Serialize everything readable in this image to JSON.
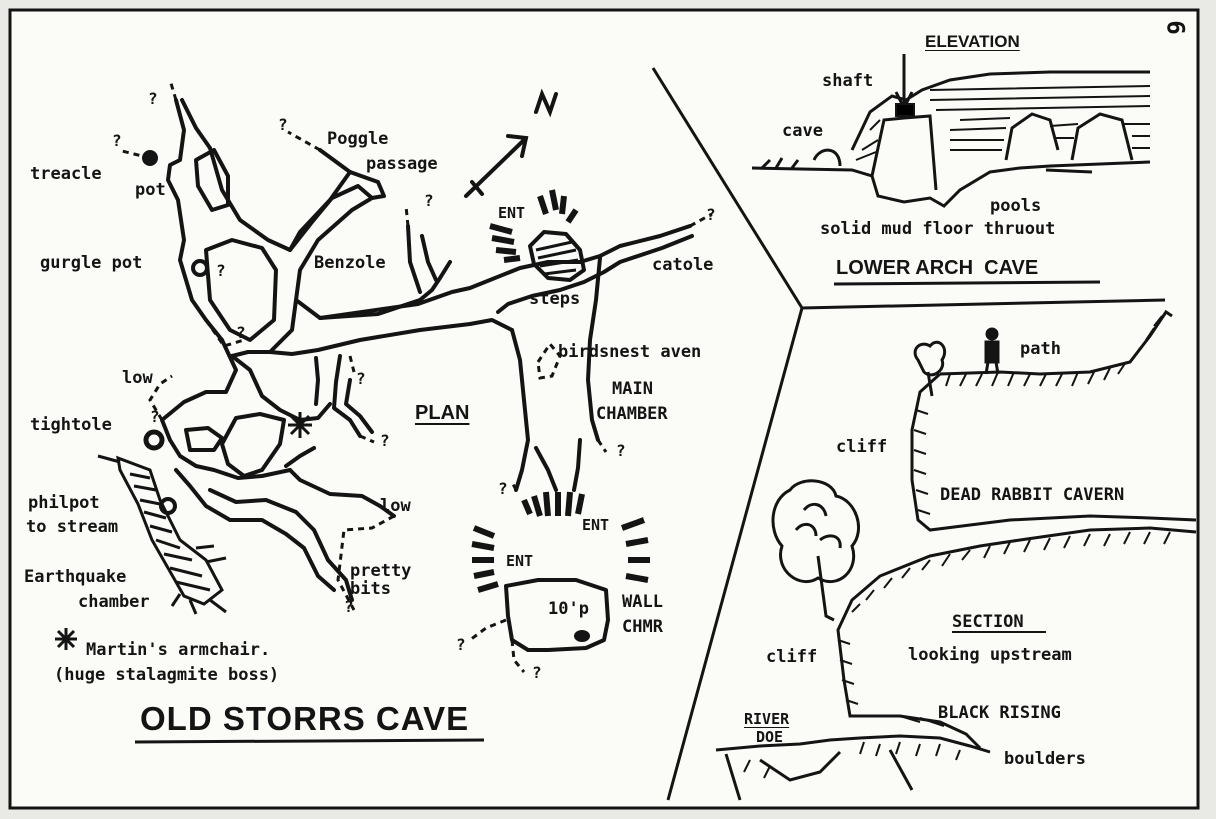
{
  "page_number": "6",
  "plan": {
    "title": "OLD STORRS CAVE",
    "heading": "PLAN",
    "north_marker": "N",
    "labels": {
      "treacle_pot": "treacle",
      "treacle_pot_2": "pot",
      "gurgle_pot": "gurgle pot",
      "poggle": "Poggle",
      "poggle_2": "passage",
      "benzole": "Benzole",
      "ent_top": "ENT",
      "steps": "steps",
      "catole": "catole",
      "birdsnest_aven": "birdsnest aven",
      "main_chamber": "MAIN",
      "main_chamber_2": "CHAMBER",
      "low_1": "low",
      "tightole": "tightole",
      "philpot": "philpot",
      "philpot_2": "to stream",
      "earthquake": "Earthquake",
      "earthquake_2": "chamber",
      "low_2": "low",
      "pretty_bits": "pretty",
      "pretty_bits_2": "bits",
      "ent_right": "ENT",
      "ent_left": "ENT",
      "ten_p": "10'p",
      "wall_chmr": "WALL",
      "wall_chmr_2": "CHMR"
    },
    "legend": {
      "line1": "Martin's armchair.",
      "line2": "(huge stalagmite boss)"
    }
  },
  "elevation": {
    "heading": "ELEVATION",
    "title": "LOWER ARCH  CAVE",
    "labels": {
      "shaft": "shaft",
      "cave": "cave",
      "pools": "pools",
      "floor": "solid mud floor thruout"
    }
  },
  "section": {
    "heading": "SECTION",
    "subheading": "looking upstream",
    "labels": {
      "path": "path",
      "cliff_top": "cliff",
      "dead_rabbit": "DEAD RABBIT CAVERN",
      "cliff_bottom": "cliff",
      "river": "RIVER",
      "river_2": "DOE",
      "black_rising": "BLACK RISING",
      "boulders": "boulders"
    }
  },
  "ink_color": "#141414",
  "paper_color": "#fbfbf8"
}
